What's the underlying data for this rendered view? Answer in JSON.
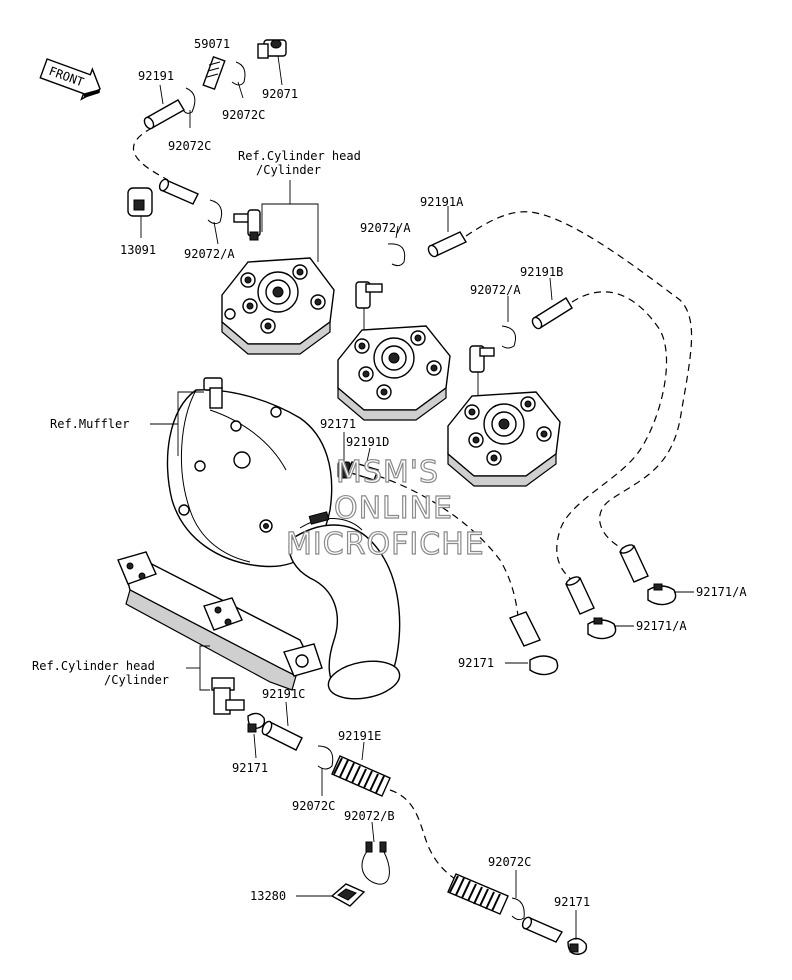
{
  "front_label": "FRONT",
  "labels": {
    "p59071": "59071",
    "p92191_top": "92191",
    "p92071": "92071",
    "p92072c_a": "92072C",
    "p92072c_b": "92072C",
    "ref_head_top_1": "Ref.Cylinder head",
    "ref_head_top_2": "/Cylinder",
    "p13091": "13091",
    "p92072a_1": "92072/A",
    "p92072a_2": "92072/A",
    "p92072a_3": "92072/A",
    "p92191a": "92191A",
    "p92191b": "92191B",
    "ref_muffler": "Ref.Muffler",
    "p92171_mid": "92171",
    "p92191d": "92191D",
    "p92171a_1": "92171/A",
    "p92171a_2": "92171/A",
    "p92171_r": "92171",
    "ref_head_bot_1": "Ref.Cylinder head",
    "ref_head_bot_2": "/Cylinder",
    "p92191c": "92191C",
    "p92171_l": "92171",
    "p92191e": "92191E",
    "p92072c_c": "92072C",
    "p92072b": "92072/B",
    "p92072c_d": "92072C",
    "p13280": "13280",
    "p92171_br": "92171"
  },
  "watermark": {
    "line1": "MSM'S",
    "line2": "ONLINE",
    "line3": "MICROFICHE"
  }
}
